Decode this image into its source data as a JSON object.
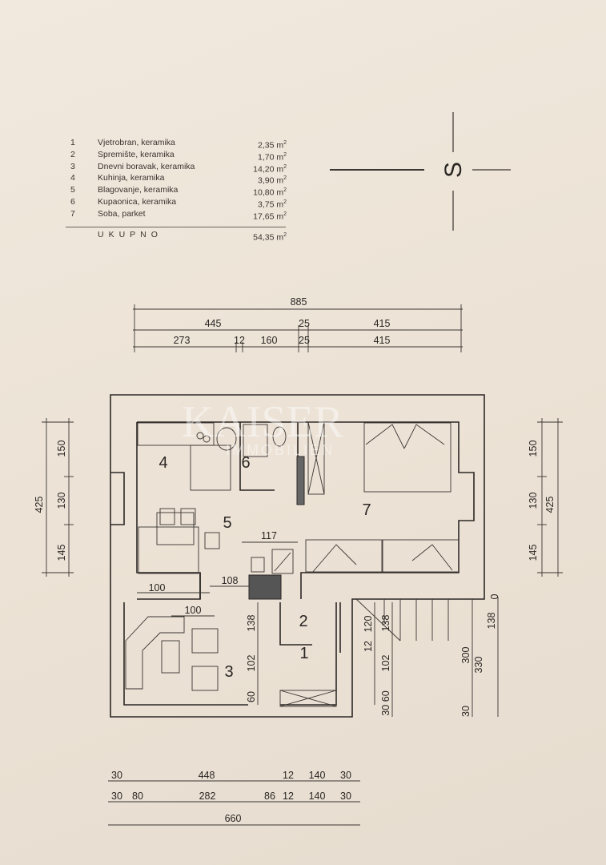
{
  "legend": {
    "rooms": [
      {
        "num": "1",
        "name": "Vjetrobran, keramika",
        "area": "2,35 m",
        "unit_sup": "2"
      },
      {
        "num": "2",
        "name": "Spremište, keramika",
        "area": "1,70 m",
        "unit_sup": "2"
      },
      {
        "num": "3",
        "name": "Dnevni boravak, keramika",
        "area": "14,20 m",
        "unit_sup": "2"
      },
      {
        "num": "4",
        "name": "Kuhinja, keramika",
        "area": "3,90 m",
        "unit_sup": "2"
      },
      {
        "num": "5",
        "name": "Blagovanje, keramika",
        "area": "10,80 m",
        "unit_sup": "2"
      },
      {
        "num": "6",
        "name": "Kupaonica, keramika",
        "area": "3,75 m",
        "unit_sup": "2"
      },
      {
        "num": "7",
        "name": "Soba, parket",
        "area": "17,65 m",
        "unit_sup": "2"
      }
    ],
    "total_label": "UKUPNO",
    "total_area": "54,35 m",
    "total_sup": "2"
  },
  "compass": {
    "label": "S"
  },
  "watermark": {
    "brand": "KAISER",
    "sub": "IMMOBILIEN"
  },
  "room_labels": [
    "1",
    "2",
    "3",
    "4",
    "5",
    "6",
    "7"
  ],
  "dimensions": {
    "top": {
      "total": "885",
      "row2": [
        "445",
        "25",
        "415"
      ],
      "row3": [
        "273",
        "12",
        "160",
        "25",
        "415"
      ]
    },
    "left": {
      "total": "425",
      "parts": [
        "150",
        "130",
        "145"
      ]
    },
    "right": {
      "parts": [
        "150",
        "130",
        "145"
      ],
      "total": "425"
    },
    "bottom": {
      "row1": [
        "30",
        "448",
        "12",
        "140",
        "30"
      ],
      "row2": [
        "30",
        "80",
        "282",
        "86",
        "12",
        "140",
        "30"
      ],
      "total": "660"
    },
    "interior": {
      "d117": "117",
      "d108": "108",
      "d100a": "100",
      "d100b": "100",
      "d138a": "138",
      "d102a": "102",
      "d60a": "60",
      "d12": "12",
      "d120": "120",
      "d138b": "138",
      "d102b": "102",
      "d3060": "30 60",
      "d300": "300",
      "d330": "330",
      "d30": "30",
      "d138c": "138",
      "d0": "0"
    }
  }
}
